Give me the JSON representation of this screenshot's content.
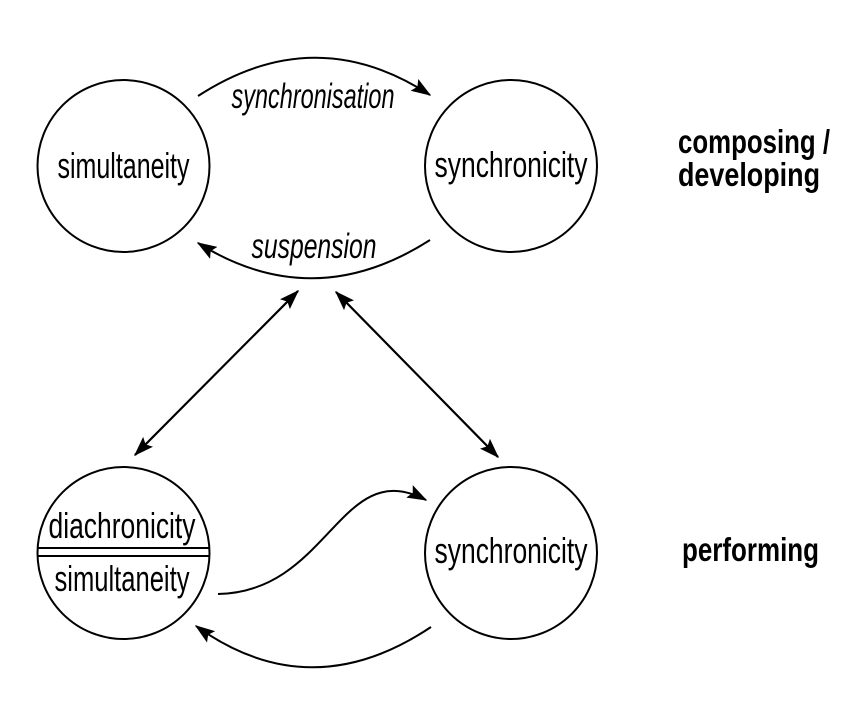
{
  "colors": {
    "ink": "#000000",
    "background": "#ffffff"
  },
  "nodes": {
    "top_left": {
      "label": "simultaneity"
    },
    "top_right": {
      "label": "synchronicity"
    },
    "bottom_left": {
      "label_top": "diachronicity",
      "label_bottom": "simultaneity"
    },
    "bottom_right": {
      "label": "synchronicity"
    }
  },
  "edges": {
    "top_forward": {
      "label": "synchronisation"
    },
    "top_backward": {
      "label": "suspension"
    }
  },
  "section_labels": {
    "composing": "composing /",
    "developing": "developing",
    "performing": "performing"
  }
}
